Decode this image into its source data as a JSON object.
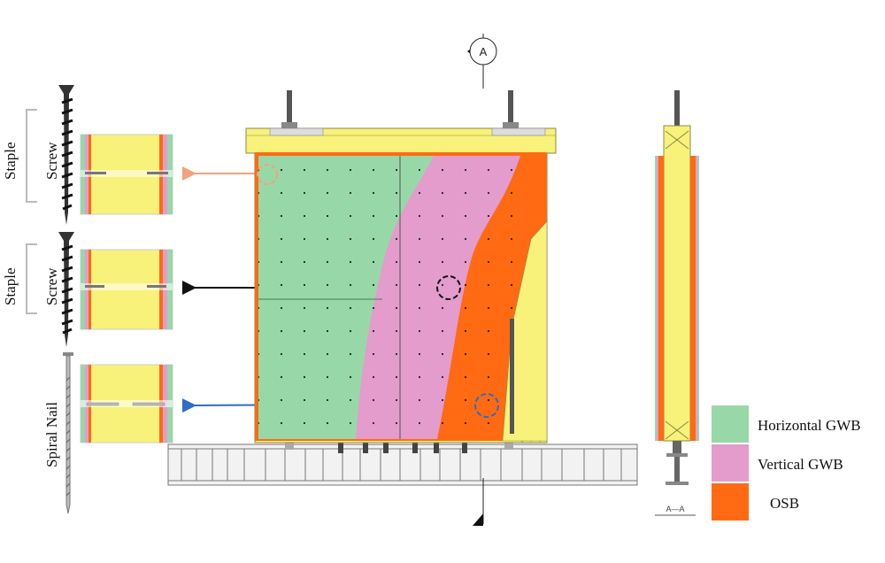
{
  "labels": {
    "staple_top": "Staple",
    "screw_top": "Screw",
    "staple_mid": "Staple",
    "screw_mid": "Screw",
    "spiral_nail": "Spiral Nail",
    "section_marker": "A",
    "section_view": "A—A"
  },
  "legend": {
    "items": [
      {
        "label": "Horizontal GWB",
        "color": "#98d8a8"
      },
      {
        "label": "Vertical GWB",
        "color": "#e39ccc"
      },
      {
        "label": "OSB",
        "color": "#ff6a12"
      }
    ]
  },
  "colors": {
    "frame_yellow": "#f8f27a",
    "frame_outline": "#8a8a4a",
    "arrow_orange": "#f4a27c",
    "arrow_black": "#111111",
    "arrow_blue": "#2f6cc4"
  }
}
